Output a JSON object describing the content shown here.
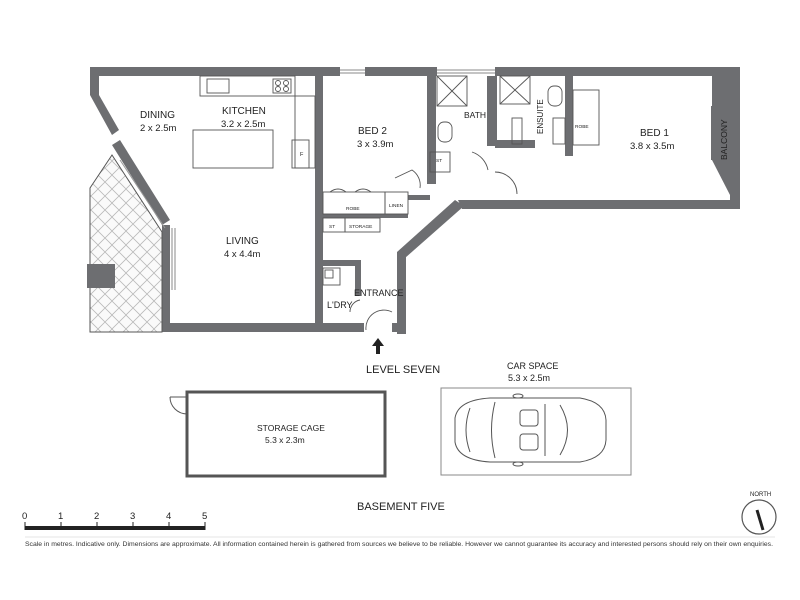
{
  "rooms": {
    "dining": {
      "name": "DINING",
      "dims": "2 x 2.5m"
    },
    "kitchen": {
      "name": "KITCHEN",
      "dims": "3.2 x 2.5m"
    },
    "bed2": {
      "name": "BED 2",
      "dims": "3 x 3.9m"
    },
    "bath": {
      "name": "BATH"
    },
    "ensuite": {
      "name": "ENSUITE"
    },
    "bed1": {
      "name": "BED 1",
      "dims": "3.8 x 3.5m"
    },
    "balcony": {
      "name": "BALCONY"
    },
    "living": {
      "name": "LIVING",
      "dims": "4 x 4.4m"
    },
    "entrance": {
      "name": "ENTRANCE"
    },
    "laundry": {
      "name": "L'DRY"
    }
  },
  "fixtures": {
    "fridge": "F",
    "robe_bed2": "ROBE",
    "linen": "LINEN",
    "store_st": "ST",
    "storage": "STORAGE",
    "store_st_bath": "ST",
    "robe_bed1": "ROBE"
  },
  "level_label": "LEVEL SEVEN",
  "car_space": {
    "name": "CAR SPACE",
    "dims": "5.3 x 2.5m"
  },
  "storage_cage": {
    "name": "STORAGE CAGE",
    "dims": "5.3 x 2.3m"
  },
  "basement_label": "BASEMENT FIVE",
  "scale_bar": {
    "ticks": [
      "0",
      "1",
      "2",
      "3",
      "4",
      "5"
    ]
  },
  "north_label": "NORTH",
  "disclaimer": "Scale in metres. Indicative only. Dimensions are approximate. All information contained herein is gathered from sources we believe to be reliable. However we cannot guarantee its accuracy and interested persons should rely on their own enquiries.",
  "colors": {
    "wall": "#6d6e71",
    "line": "#555555",
    "hatch": "#9a9a9a"
  },
  "icons": [
    "entry-arrow-icon",
    "car-icon",
    "compass-icon"
  ]
}
